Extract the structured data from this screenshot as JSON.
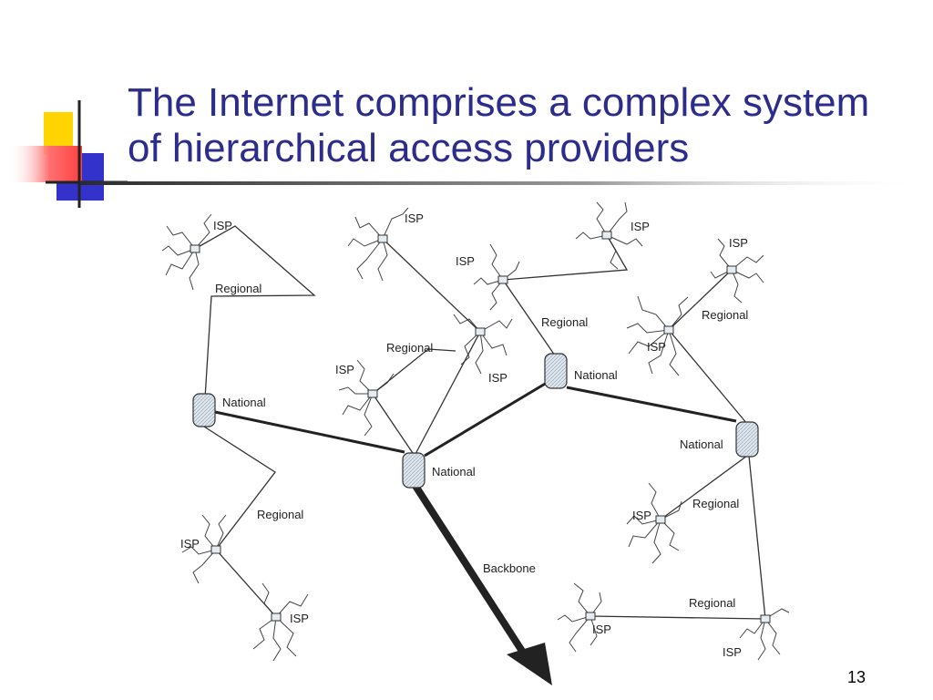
{
  "slide": {
    "title_line1": "The Internet comprises a complex system",
    "title_line2": "of hierarchical access providers",
    "page_number": "13",
    "colors": {
      "title": "#2c2c8c",
      "accent_yellow": "#ffd400",
      "accent_blue": "#3333cc",
      "accent_red": "#ff5555"
    }
  },
  "diagram": {
    "labels": {
      "isp": "ISP",
      "regional": "Regional",
      "national": "National",
      "backbone": "Backbone"
    }
  }
}
